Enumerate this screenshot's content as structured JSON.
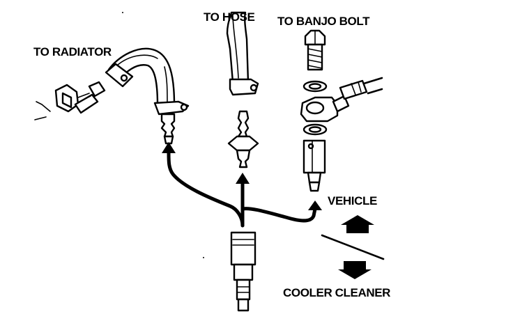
{
  "labels": {
    "to_radiator": "TO RADIATOR",
    "to_hose": "TO HOSE",
    "to_banjo_bolt": "TO BANJO BOLT",
    "vehicle": "VEHICLE",
    "cooler_cleaner": "COOLER CLEANER"
  }
}
